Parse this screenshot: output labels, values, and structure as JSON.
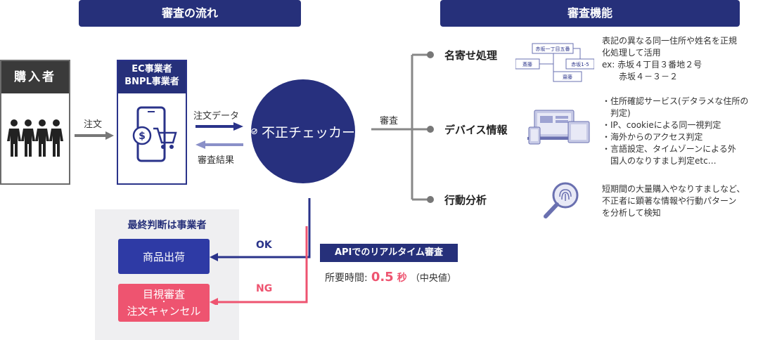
{
  "headers": {
    "flow": "審査の流れ",
    "functions": "審査機能"
  },
  "buyer": {
    "title": "購入者"
  },
  "ec": {
    "title_line1": "EC事業者",
    "title_line2": "BNPL事業者"
  },
  "arrows": {
    "order": "注文",
    "order_data": "注文データ",
    "result": "審査結果",
    "review": "審査"
  },
  "checker": {
    "label": "不正チェッカー"
  },
  "functions": [
    {
      "title": "名寄せ処理",
      "desc": [
        "表記の異なる同一住所や姓名を正規",
        "化処理して活用",
        "ex: 赤坂４丁目３番地２号",
        "　　赤坂４－３－２"
      ]
    },
    {
      "title": "デバイス情報",
      "desc": [
        "・住所確認サービス(デタラメな住所の",
        "　判定)",
        "・IP、cookieによる同一視判定",
        "・海外からのアクセス判定",
        "・言語設定、タイムゾーンによる外",
        "　国人のなりすまし判定etc…"
      ]
    },
    {
      "title": "行動分析",
      "desc": [
        "短期間の大量購入やなりすましなど、",
        "不正者に顕著な情報や行動パターン",
        "を分析して検知"
      ]
    }
  ],
  "nayose_diagram": {
    "a": "赤坂一丁目五番",
    "b": "赤坂1-5",
    "c": "斎藤",
    "d": "齋藤"
  },
  "final": {
    "title": "最終判断は事業者",
    "ship": "商品出荷",
    "ng_line1": "目視審査",
    "ng_sep": "・",
    "ng_line2": "注文キャンセル"
  },
  "ok_label": "OK",
  "ng_label": "NG",
  "api": {
    "badge": "APIでのリアルタイム審査",
    "time_label": "所要時間:",
    "time_value": "0.5",
    "time_unit": "秒",
    "time_note": "（中央値）"
  },
  "colors": {
    "navy": "#26307a",
    "pink": "#ee5470",
    "gray": "#777777"
  }
}
